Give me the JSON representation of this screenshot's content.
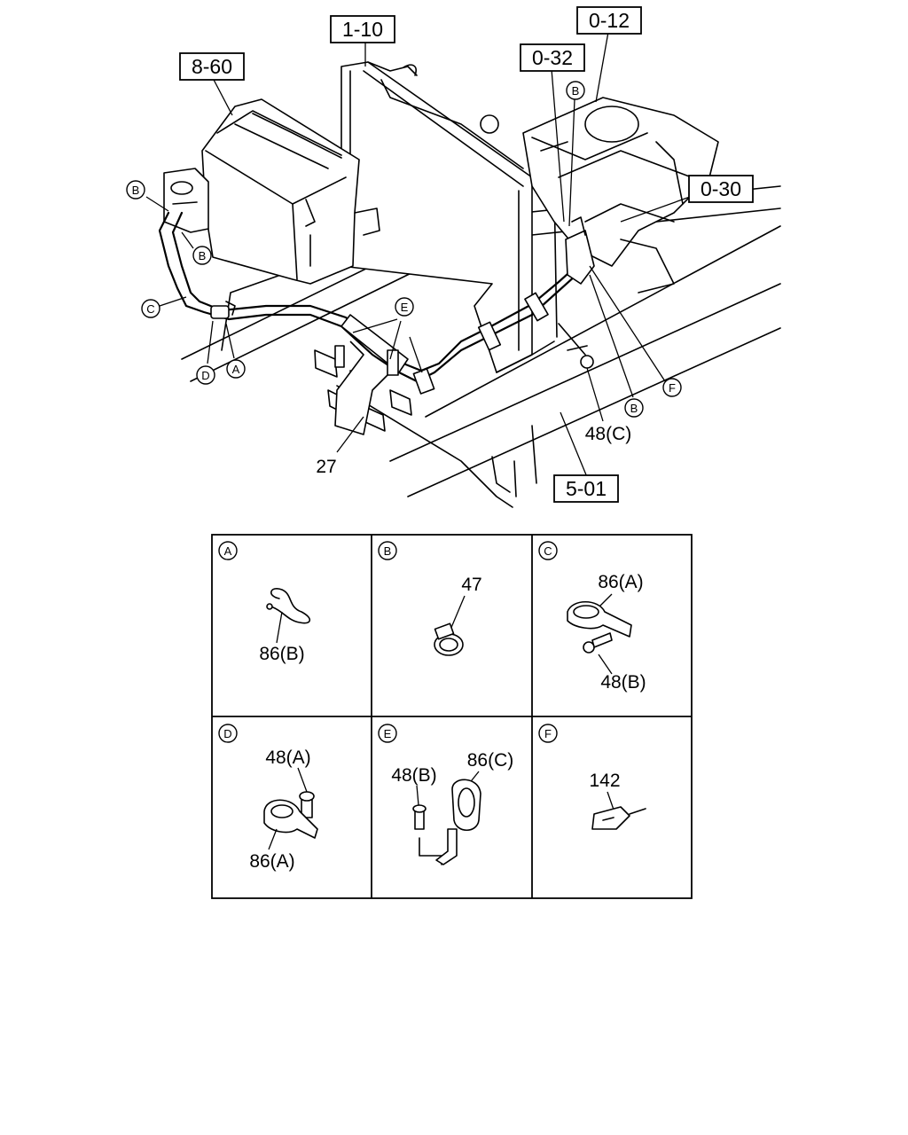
{
  "refs": {
    "r1_10": "1-10",
    "r8_60": "8-60",
    "r0_12": "0-12",
    "r0_32": "0-32",
    "r0_30": "0-30",
    "r5_01": "5-01"
  },
  "callouts": {
    "p27": "27",
    "p48c": "48(C)"
  },
  "markers": {
    "A": "A",
    "B": "B",
    "C": "C",
    "D": "D",
    "E": "E",
    "F": "F"
  },
  "panels": [
    {
      "letter": "A",
      "parts": [
        "86(B)"
      ]
    },
    {
      "letter": "B",
      "parts": [
        "47"
      ]
    },
    {
      "letter": "C",
      "parts": [
        "86(A)",
        "48(B)"
      ]
    },
    {
      "letter": "D",
      "parts": [
        "48(A)",
        "86(A)"
      ]
    },
    {
      "letter": "E",
      "parts": [
        "48(B)",
        "86(C)"
      ]
    },
    {
      "letter": "F",
      "parts": [
        "142"
      ]
    }
  ]
}
